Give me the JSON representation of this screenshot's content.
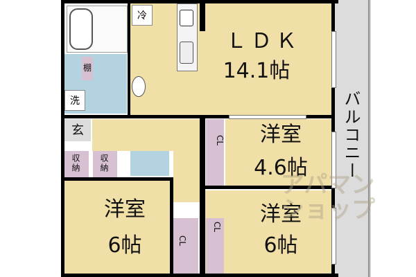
{
  "floorplan": {
    "rooms": {
      "ldk": {
        "name": "ＬＤＫ",
        "size": "14.1帖"
      },
      "western_room_1": {
        "name": "洋室",
        "size": "4.6帖"
      },
      "western_room_2": {
        "name": "洋室",
        "size": "6帖"
      },
      "western_room_3": {
        "name": "洋室",
        "size": "6帖"
      },
      "balcony": {
        "name": "バルコニー"
      },
      "entrance": {
        "name": "玄"
      },
      "washroom": {
        "name": "洗"
      },
      "refrigerator": {
        "name": "冷"
      },
      "shelf": {
        "name": "棚"
      },
      "storage_1": {
        "name": "収納"
      },
      "storage_2": {
        "name": "収納"
      },
      "closet_1": {
        "name": "CL"
      },
      "closet_2": {
        "name": "CL"
      },
      "closet_3": {
        "name": "CL"
      },
      "closet_4": {
        "name": "CL"
      }
    },
    "watermark": {
      "line1": "アパマン",
      "line2": "ショップ"
    },
    "colors": {
      "room": "#f1dfa8",
      "wet_area": "#b4d3e0",
      "closet": "#d6c0d2",
      "balcony": "#dcdcdc",
      "wall": "#000000"
    }
  }
}
